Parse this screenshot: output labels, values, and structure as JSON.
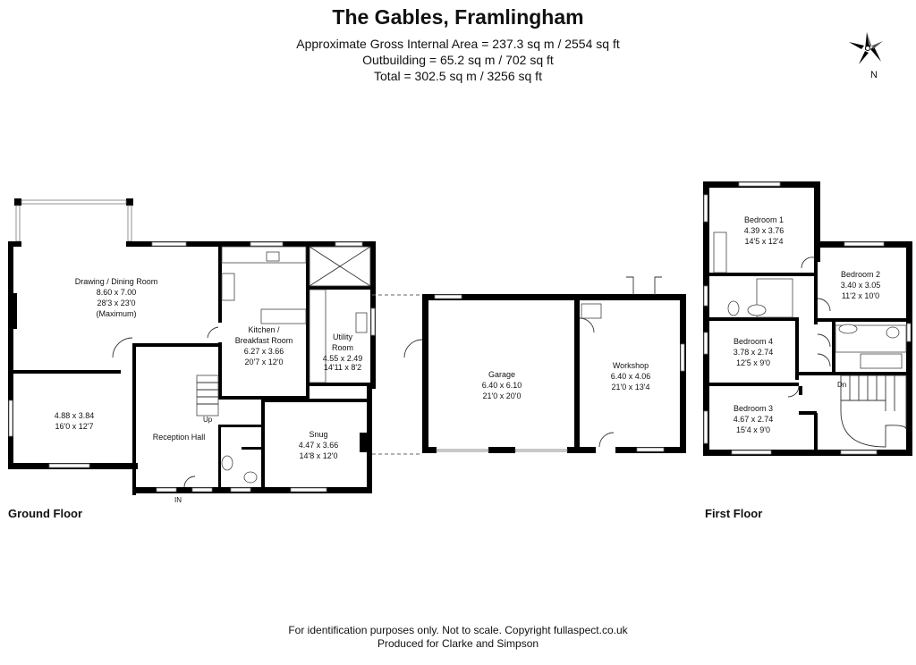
{
  "header": {
    "title": "The Gables, Framlingham",
    "area_line": "Approximate Gross Internal Area = 237.3 sq m / 2554 sq ft",
    "outbuilding_line": "Outbuilding = 65.2 sq m / 702 sq ft",
    "total_line": "Total = 302.5 sq m / 3256 sq ft"
  },
  "compass": {
    "icon": "compass-star-icon",
    "north_label": "N"
  },
  "ground_floor": {
    "label": "Ground Floor",
    "rooms": {
      "drawing": {
        "name": "Drawing / Dining Room",
        "metric": "8.60 x 7.00",
        "imperial": "28'3 x 23'0",
        "note": "(Maximum)"
      },
      "kitchen": {
        "name1": "Kitchen /",
        "name2": "Breakfast Room",
        "metric": "6.27 x 3.66",
        "imperial": "20'7 x 12'0"
      },
      "utility": {
        "name1": "Utility",
        "name2": "Room",
        "metric": "4.55 x 2.49",
        "imperial": "14'11 x 8'2"
      },
      "unnamed": {
        "metric": "4.88 x 3.84",
        "imperial": "16'0 x 12'7"
      },
      "reception": {
        "name": "Reception Hall"
      },
      "snug": {
        "name": "Snug",
        "metric": "4.47 x 3.66",
        "imperial": "14'8 x 12'0"
      }
    },
    "up_label": "Up",
    "in_label": "IN"
  },
  "outbuilding": {
    "garage": {
      "name": "Garage",
      "metric": "6.40 x 6.10",
      "imperial": "21'0 x 20'0"
    },
    "workshop": {
      "name": "Workshop",
      "metric": "6.40 x 4.06",
      "imperial": "21'0 x 13'4"
    }
  },
  "first_floor": {
    "label": "First Floor",
    "rooms": {
      "bed1": {
        "name": "Bedroom 1",
        "metric": "4.39 x 3.76",
        "imperial": "14'5 x 12'4"
      },
      "bed2": {
        "name": "Bedroom 2",
        "metric": "3.40 x 3.05",
        "imperial": "11'2 x 10'0"
      },
      "bed4": {
        "name": "Bedroom 4",
        "metric": "3.78 x 2.74",
        "imperial": "12'5 x 9'0"
      },
      "bed3": {
        "name": "Bedroom 3",
        "metric": "4.67 x 2.74",
        "imperial": "15'4 x 9'0"
      }
    },
    "dn_label": "Dn"
  },
  "footer": {
    "disclaimer": "For identification purposes only. Not to scale. Copyright fullaspect.co.uk",
    "produced": "Produced for Clarke and Simpson"
  }
}
